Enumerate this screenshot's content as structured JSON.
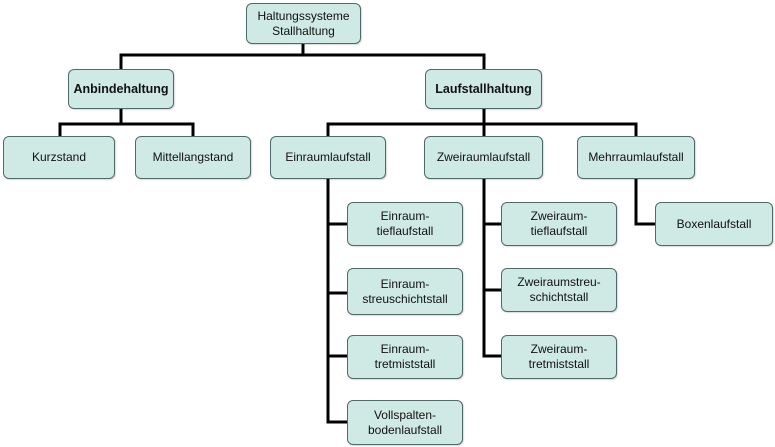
{
  "diagram": {
    "root": "Haltungssysteme\nStallhaltung",
    "anbindehaltung": {
      "label": "Anbindehaltung",
      "children": [
        "Kurzstand",
        "Mittellangstand"
      ]
    },
    "laufstallhaltung": {
      "label": "Laufstallhaltung",
      "einraum": {
        "label": "Einraumlaufstall",
        "children": [
          "Einraum-\ntieflaufstall",
          "Einraum-\nstreuschichtstall",
          "Einraum-\ntretmiststall",
          "Vollspalten-\nbodenlaufstall"
        ]
      },
      "zweiraum": {
        "label": "Zweiraumlaufstall",
        "children": [
          "Zweiraum-\ntieflaufstall",
          "Zweiraumstreu-\nschichtstall",
          "Zweiraum-\ntretmiststall"
        ]
      },
      "mehrraum": {
        "label": "Mehrraumlaufstall",
        "children": [
          "Boxenlaufstall"
        ]
      }
    },
    "colors": {
      "node_fill": "#cfe9e5",
      "node_border": "#4f6b69",
      "connector": "#000000"
    }
  }
}
